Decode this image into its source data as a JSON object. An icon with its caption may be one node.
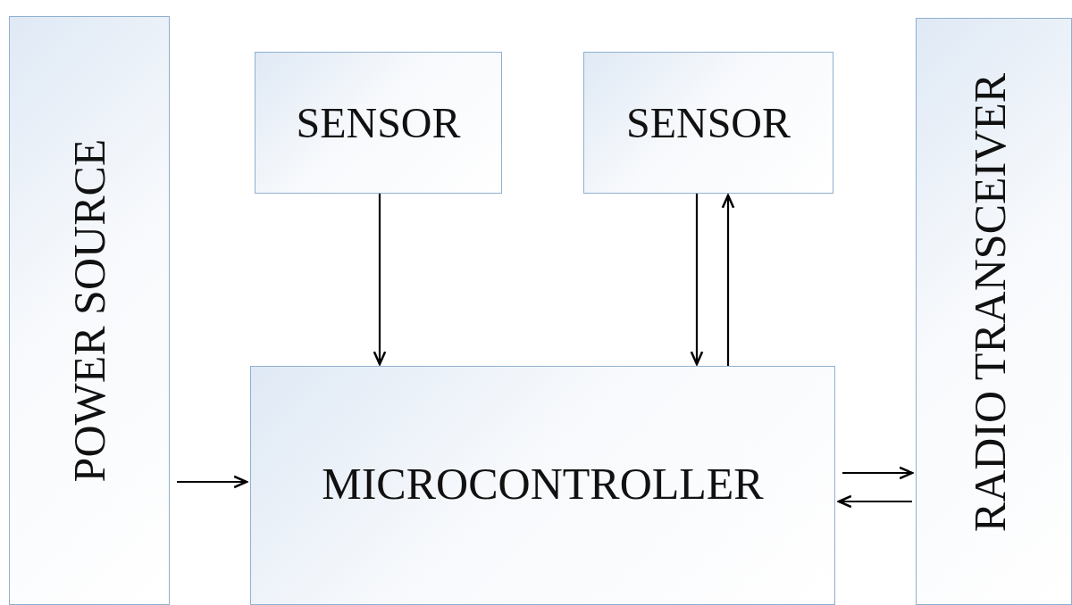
{
  "diagram": {
    "nodes": [
      {
        "text": [
          "POWER SOURCE"
        ]
      },
      {
        "text": [
          "SENSOR"
        ]
      },
      {
        "text": [
          "SENSOR"
        ]
      },
      {
        "text": [
          "MICROCONTROLLER"
        ]
      },
      {
        "text": [
          "RADIO TRANSCEIVER"
        ]
      }
    ],
    "edges": [
      {
        "from": 0,
        "to": 3,
        "arrow": "to"
      },
      {
        "from": 1,
        "to": 3,
        "arrow": "to"
      },
      {
        "from": 2,
        "to": 3,
        "arrow": "to"
      },
      {
        "from": 3,
        "to": 2,
        "arrow": "to"
      },
      {
        "from": 3,
        "to": 4,
        "arrow": "to"
      },
      {
        "from": 4,
        "to": 3,
        "arrow": "to"
      }
    ]
  }
}
